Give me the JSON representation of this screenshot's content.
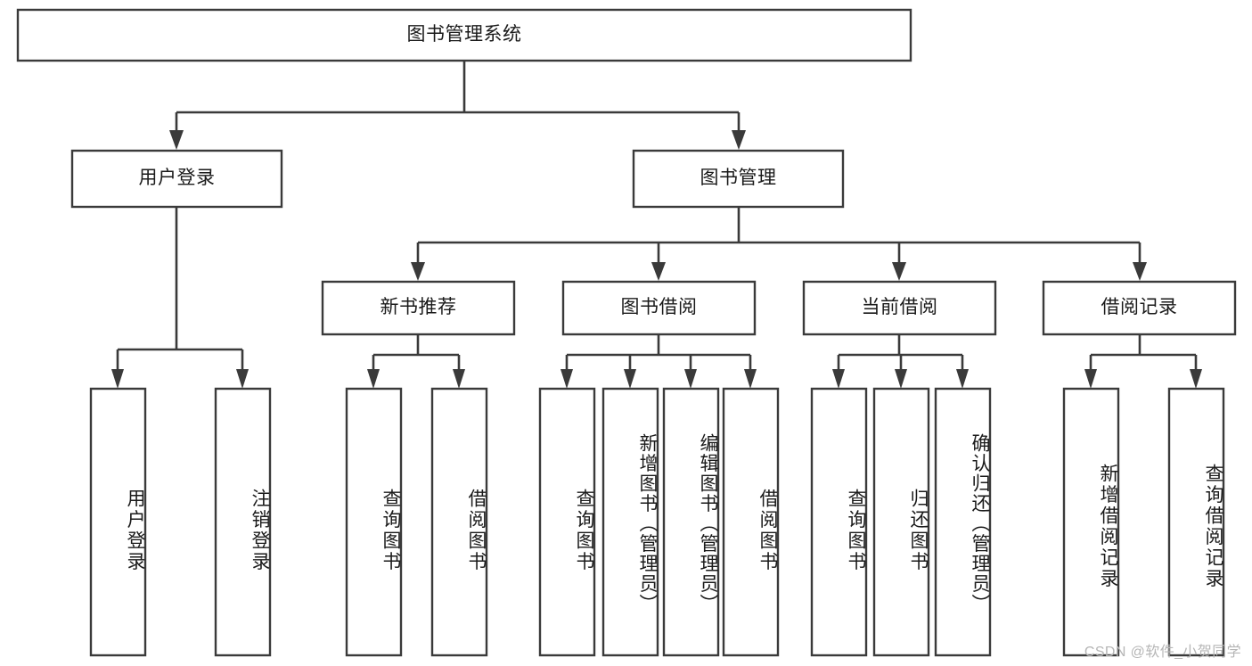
{
  "diagram": {
    "type": "tree-hierarchy-chart",
    "title": "图书管理系统",
    "root": {
      "id": "root",
      "label": "图书管理系统",
      "orientation": "horizontal"
    },
    "level2": [
      {
        "id": "user-login",
        "label": "用户登录",
        "orientation": "horizontal"
      },
      {
        "id": "book-management",
        "label": "图书管理",
        "orientation": "horizontal"
      }
    ],
    "level3": [
      {
        "id": "new-book-recommend",
        "label": "新书推荐",
        "orientation": "horizontal",
        "parent": "book-management"
      },
      {
        "id": "book-borrow",
        "label": "图书借阅",
        "orientation": "horizontal",
        "parent": "book-management"
      },
      {
        "id": "current-borrow",
        "label": "当前借阅",
        "orientation": "horizontal",
        "parent": "book-management"
      },
      {
        "id": "borrow-record",
        "label": "借阅记录",
        "orientation": "horizontal",
        "parent": "book-management"
      }
    ],
    "leaves": [
      {
        "id": "leaf-user-login",
        "label": "用户登录",
        "parent": "user-login",
        "orientation": "vertical"
      },
      {
        "id": "leaf-logout-login",
        "label": "注销登录",
        "parent": "user-login",
        "orientation": "vertical"
      },
      {
        "id": "leaf-query-book-1",
        "label": "查询图书",
        "parent": "new-book-recommend",
        "orientation": "vertical"
      },
      {
        "id": "leaf-borrow-book-1",
        "label": "借阅图书",
        "parent": "new-book-recommend",
        "orientation": "vertical"
      },
      {
        "id": "leaf-query-book-2",
        "label": "查询图书",
        "parent": "book-borrow",
        "orientation": "vertical"
      },
      {
        "id": "leaf-add-book-admin",
        "label": "新增图书（管理员）",
        "parent": "book-borrow",
        "orientation": "vertical"
      },
      {
        "id": "leaf-edit-book-admin",
        "label": "编辑图书（管理员）",
        "parent": "book-borrow",
        "orientation": "vertical"
      },
      {
        "id": "leaf-borrow-book-2",
        "label": "借阅图书",
        "parent": "book-borrow",
        "orientation": "vertical"
      },
      {
        "id": "leaf-query-book-3",
        "label": "查询图书",
        "parent": "current-borrow",
        "orientation": "vertical"
      },
      {
        "id": "leaf-return-book",
        "label": "归还图书",
        "parent": "current-borrow",
        "orientation": "vertical"
      },
      {
        "id": "leaf-confirm-return-admin",
        "label": "确认归还（管理员）",
        "parent": "current-borrow",
        "orientation": "vertical"
      },
      {
        "id": "leaf-add-borrow-record",
        "label": "新增借阅记录",
        "parent": "borrow-record",
        "orientation": "vertical"
      },
      {
        "id": "leaf-query-borrow-record",
        "label": "查询借阅记录",
        "parent": "borrow-record",
        "orientation": "vertical"
      }
    ],
    "watermark": "CSDN @软件_小贺同学",
    "colors": {
      "box_stroke": "#3a3a3a",
      "box_fill": "#ffffff",
      "connector": "#3a3a3a",
      "text": "#1a1a1a",
      "watermark": "#b6b6b6",
      "background": "#ffffff"
    }
  }
}
